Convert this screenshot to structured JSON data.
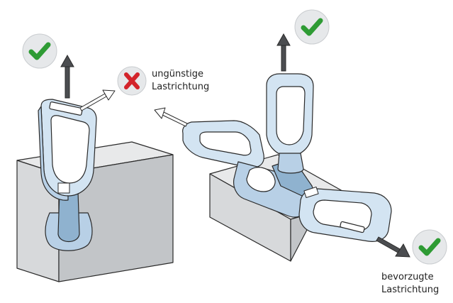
{
  "labels": {
    "unfavorable_direction": [
      "ungünstige",
      "Lastrichtung"
    ],
    "preferred_direction": [
      "bevorzugte",
      "Lastrichtung"
    ]
  },
  "icons": {
    "ok": "check-icon",
    "not_ok": "cross-icon"
  },
  "colors": {
    "block_front": "#d7d9db",
    "block_top": "#e8e9ea",
    "block_side": "#c2c5c8",
    "part_light": "#d3e4f2",
    "part_mid": "#b8d0e6",
    "part_dark": "#8fb2cf",
    "outline": "#2a2a2a",
    "arrow_dark": "#4b4d50",
    "ok_green": "#2e9b34",
    "not_ok_red": "#d3242b",
    "badge_bg": "#e6e8ea"
  }
}
